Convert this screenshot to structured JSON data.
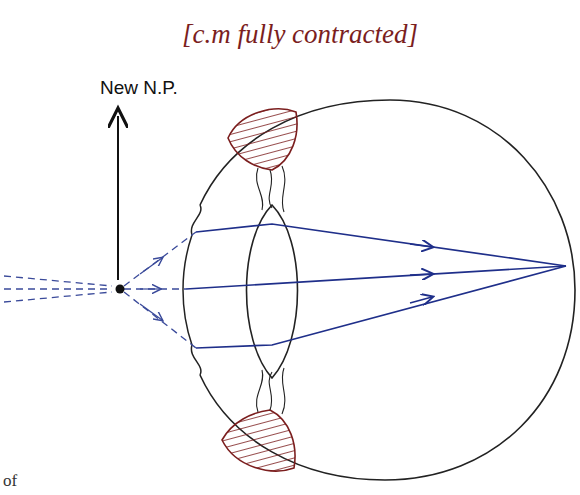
{
  "diagram": {
    "title": "[c.m fully contracted]",
    "labels": [
      "New N.P.",
      "of"
    ]
  }
}
